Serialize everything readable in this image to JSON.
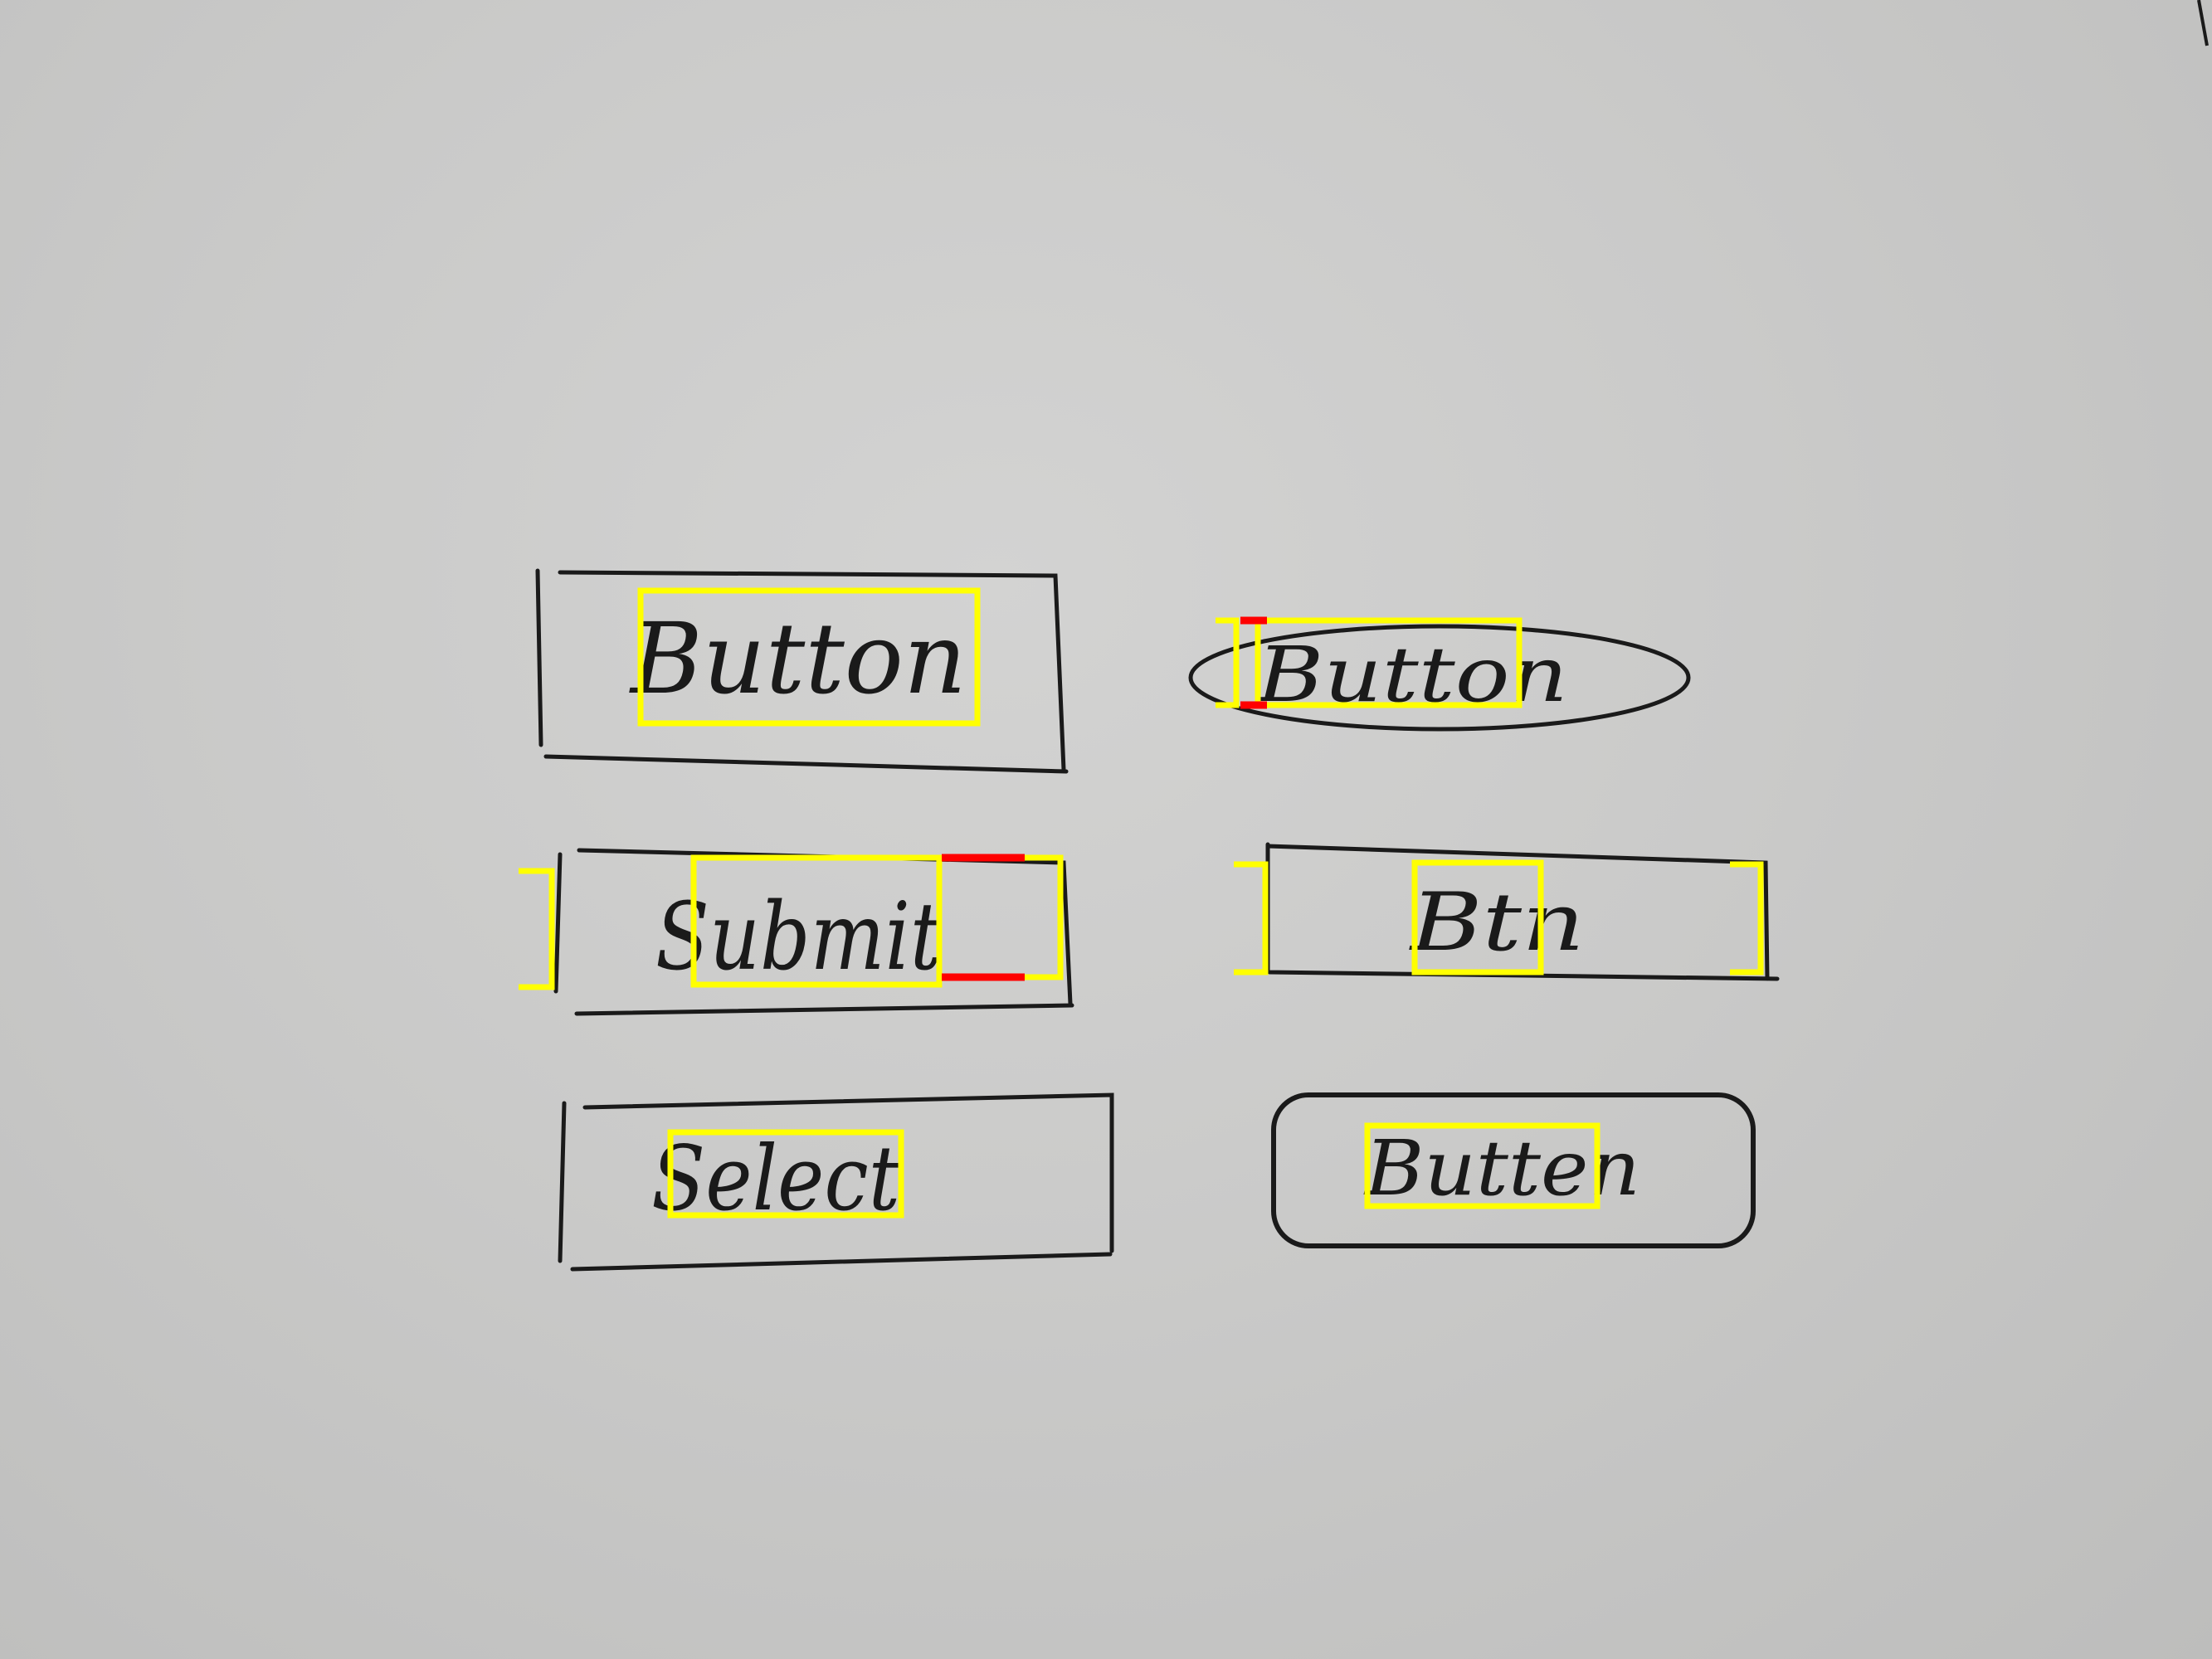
{
  "sketch": {
    "buttons": [
      {
        "id": "button-1",
        "label": "Button"
      },
      {
        "id": "button-2",
        "label": "Button"
      },
      {
        "id": "submit",
        "label": "Submit"
      },
      {
        "id": "btn",
        "label": "Btn"
      },
      {
        "id": "select",
        "label": "Select"
      },
      {
        "id": "button-3",
        "label": "Butten"
      }
    ]
  },
  "colors": {
    "ink": "#1a1a1a",
    "highlight": "#ffff00",
    "error": "#ff0000",
    "paper": "#cacac9"
  }
}
